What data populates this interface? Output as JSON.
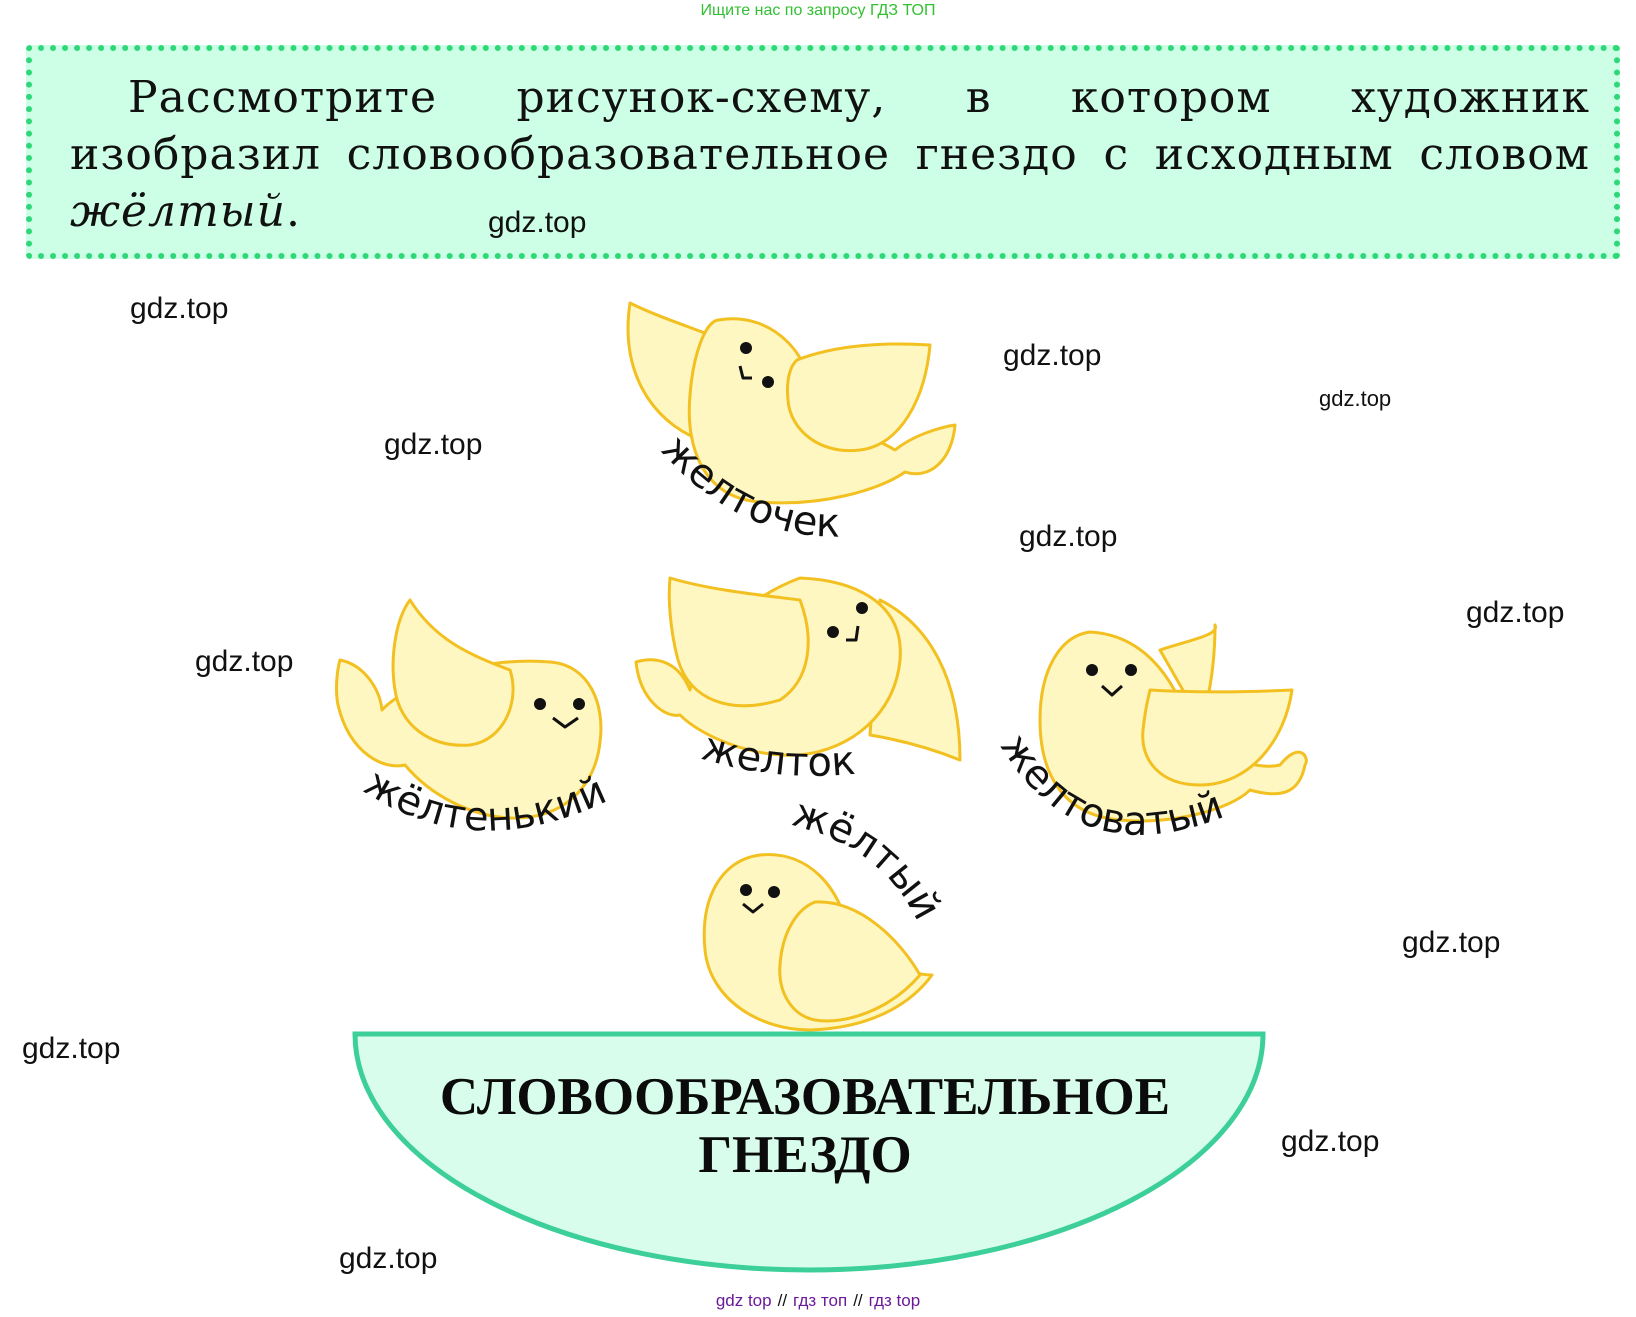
{
  "header_note": "Ищите нас по запросу ГДЗ ТОП",
  "task": {
    "text_before": "Рассмотрите рисунок-схему, в котором художник изобразил словообразовательное гнездо с исходным словом ",
    "key_word": "жёлтый",
    "text_after": "."
  },
  "chicks": {
    "top": "желточек",
    "center": "желток",
    "left": "жёлтенький",
    "right": "желтоватый",
    "bottom": "жёлтый"
  },
  "nest": {
    "line1": "СЛОВООБРАЗОВАТЕЛЬНОЕ",
    "line2": "ГНЕЗДО"
  },
  "watermarks": [
    "gdz.top",
    "gdz.top",
    "gdz.top",
    "gdz.top",
    "gdz.top",
    "gdz.top",
    "gdz.top",
    "gdz.top",
    "gdz.top",
    "gdz.top",
    "gdz.top",
    "gdz.top"
  ],
  "footer": {
    "a": "gdz top",
    "b": "гдз топ",
    "c": "гдз top",
    "sep": "//"
  },
  "colors": {
    "chick_fill": "#fff7c2",
    "chick_stroke": "#f2c020",
    "nest_fill": "#d9fdec",
    "nest_stroke": "#3ccf9a",
    "box_fill": "#ccffe5",
    "box_border": "#2ed878"
  }
}
